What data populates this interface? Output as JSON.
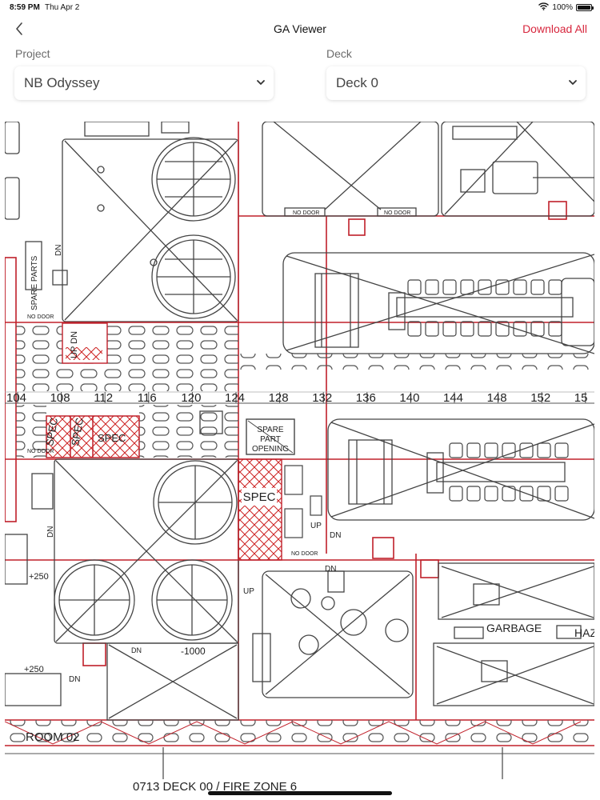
{
  "status": {
    "time": "8:59 PM",
    "date": "Thu Apr 2",
    "battery_text": "100%",
    "battery_level": 1.0
  },
  "nav": {
    "title": "GA Viewer",
    "download_label": "Download All",
    "accent_color": "#d7263d"
  },
  "filters": {
    "project": {
      "label": "Project",
      "value": "NB Odyssey"
    },
    "deck": {
      "label": "Deck",
      "value": "Deck 0"
    }
  },
  "drawing": {
    "frame_numbers": [
      "104",
      "108",
      "112",
      "116",
      "120",
      "124",
      "128",
      "132",
      "136",
      "140",
      "144",
      "148",
      "152",
      "15"
    ],
    "labels": {
      "spare_parts": "SPARE PARTS",
      "no_door_1": "NO DOOR",
      "no_door_2": "NO DOOR",
      "no_door_3": "NO DOOR",
      "no_door_4": "NO DOOR",
      "no_door_5": "NO DOOR",
      "spare_part_opening_1": "SPARE",
      "spare_part_opening_2": "PART",
      "spare_part_opening_3": "OPENING",
      "spec_1": "SPEC",
      "spec_2": "SPEC",
      "spec_3": "SPEC",
      "spec_4": "SPEC",
      "plus250_1": "+250",
      "plus250_2": "+250",
      "minus1000": "-1000",
      "garbage": "GARBAGE",
      "haz": "HAZ",
      "room": "ROOM 02",
      "footer": "0713 DECK 00 / FIRE ZONE 6",
      "dn": "DN",
      "up": "UP",
      "up_dn": "UP DN"
    }
  }
}
